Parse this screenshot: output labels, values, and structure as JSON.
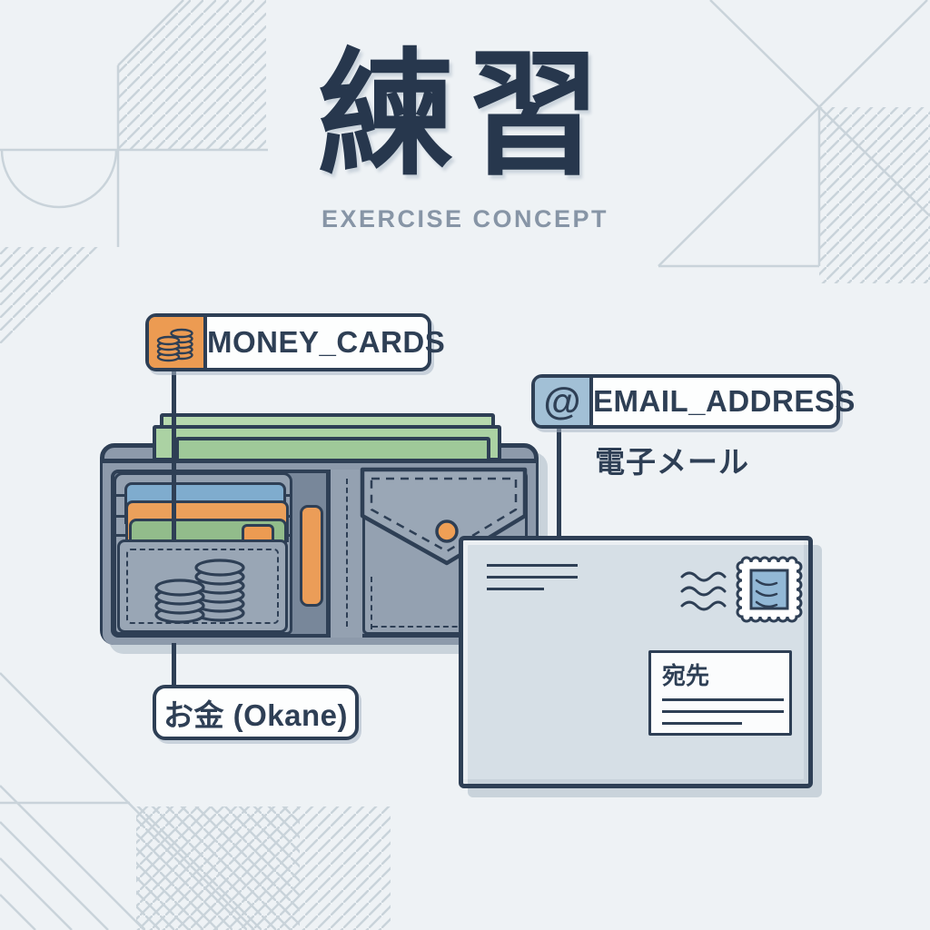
{
  "header": {
    "title_jp": "練習",
    "subtitle": "EXERCISE CONCEPT"
  },
  "callouts": {
    "money_cards": {
      "label": "MONEY_CARDS",
      "icon": "coins-icon"
    },
    "email_address": {
      "label": "EMAIL_ADDRESS",
      "icon_glyph": "@",
      "caption_jp": "電子メール"
    },
    "okane": {
      "label": "お金 (Okane)"
    }
  },
  "envelope": {
    "recipient_label": "宛先"
  },
  "colors": {
    "ink_navy": "#2E3F55",
    "background": "#EEF2F5",
    "pattern_line": "#C9D3DA",
    "accent_orange": "#EC9B52",
    "icon_blue": "#A2C0D6",
    "wallet_gray": "#8D9AAB",
    "card_blue": "#7FACCE",
    "card_orange": "#EBA05B",
    "card_green": "#92BC8B",
    "banknote_green": "#A8D0A1",
    "envelope_gray": "#D6DFE6",
    "stamp_blue": "#92B8D6",
    "subtitle_gray": "#8795A6"
  }
}
